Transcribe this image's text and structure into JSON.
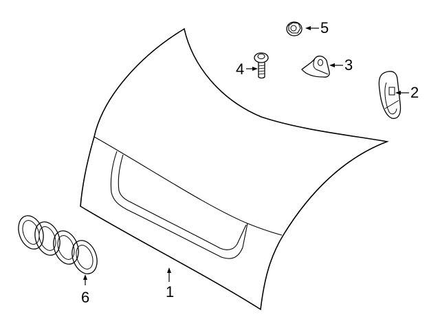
{
  "diagram": {
    "type": "exploded-parts-diagram",
    "subject": "hood / deck lid assembly",
    "stroke_color": "#000000",
    "background_color": "#ffffff",
    "callouts": [
      {
        "number": "1",
        "part": "hood-panel"
      },
      {
        "number": "2",
        "part": "bumper-cushion"
      },
      {
        "number": "3",
        "part": "bracket"
      },
      {
        "number": "4",
        "part": "bolt"
      },
      {
        "number": "5",
        "part": "nut"
      },
      {
        "number": "6",
        "part": "emblem-rings"
      }
    ]
  }
}
